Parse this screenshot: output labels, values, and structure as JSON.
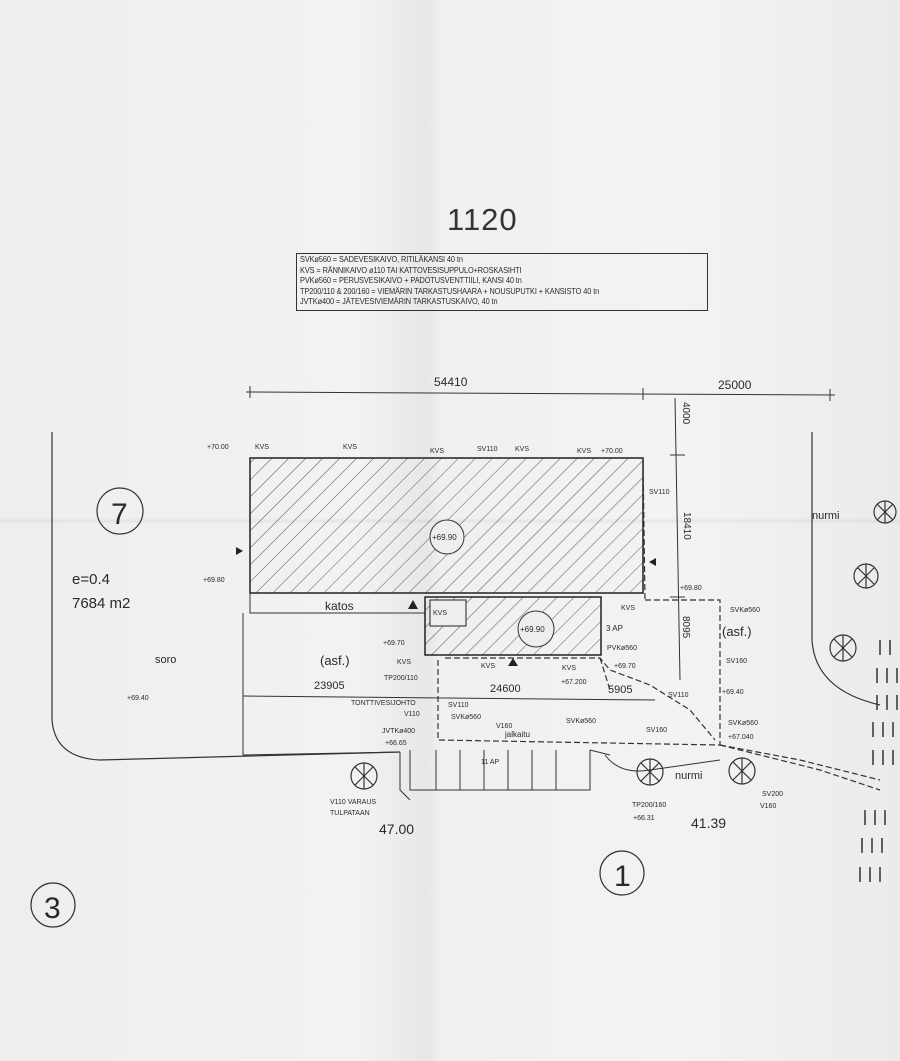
{
  "block_number": "1120",
  "legend": [
    "SVKø560 = SADEVESIKAIVO, RITILÄKANSI 40 tn",
    "KVS = RÄNNIKAIVO ø110 TAI KATTOVESISUPPULO+ROSKASIHTI",
    "PVKø560 = PERUSVESIKAIVO + PADOTUSVENTTIILI, KANSI 40 tn",
    "TP200/110 & 200/160 = VIEMÄRIN TARKASTUSHAARA + NOUSUPUTKI + KANSISTO 40 tn",
    "JVTKø400 = JÄTEVESIVIEMÄRIN TARKASTUSKAIVO, 40 tn"
  ],
  "dimensions": {
    "top_left": "54410",
    "top_right": "25000",
    "vertical_1": "4000",
    "vertical_2": "18410",
    "vertical_3": "8095",
    "bottom_left": "23905",
    "bottom_mid": "24600",
    "bottom_right": "5905"
  },
  "lot_numbers": {
    "lot7": "7",
    "lot1": "1",
    "lot3": "3"
  },
  "lot_info": {
    "efficiency": "e=0.4",
    "area": "7684 m2"
  },
  "area_labels": {
    "soro": "soro",
    "katos": "katos",
    "asf_left": "(asf.)",
    "asf_right": "(asf.)",
    "nurmi_top": "nurmi",
    "nurmi_bottom": "nurmi",
    "ap3": "3 AP",
    "ap11": "11 AP",
    "jalkakaytava": "jalkaitu"
  },
  "elevations": {
    "e7000_left": "+70.00",
    "e7000_right": "+70.00",
    "e6990_a": "+69.90",
    "e6990_b": "+69.90",
    "e6980_left": "+69.80",
    "e6980_right": "+69.80",
    "e6970_a": "+69.70",
    "e6970_b": "+69.70",
    "e6940_left": "+69.40",
    "e6940_right": "+69.40",
    "e67200": "+67.200",
    "e67040": "+67.040",
    "e6665": "+66.65",
    "e6631": "+66.31"
  },
  "structure_labels": {
    "kvs1": "KVS",
    "kvs2": "KVS",
    "kvs3": "KVS",
    "kvs4": "KVS",
    "kvs5": "KVS",
    "sv110_top": "SV110",
    "sv110_right": "SV110",
    "kvs_mid1": "KVS",
    "kvs_mid2": "KVS",
    "kvs_mid3": "KVS",
    "kvs_mid4": "KVS",
    "kvs_right": "KVS",
    "svk560_right": "SVKø560",
    "sv160_right": "SV160",
    "pvk560": "PVKø560",
    "tp200_110": "TP200/110",
    "sv110_low": "SV110",
    "svk560_low": "SVKø560",
    "v160": "V160",
    "svk560_mid": "SVKø560",
    "sv160_mid": "SV160",
    "svk560_bottom": "SVKø560",
    "tonttivesijohto": "TONTTIVESIJOHTO",
    "v110": "V110",
    "jvtk400": "JVTKø400",
    "sv110_c": "SV110",
    "v110_varaus": "V110 VARAUS",
    "tulpataan": "TULPATAAN",
    "tp200_160": "TP200/160",
    "sv200": "SV200",
    "v160_right": "V160"
  },
  "street_values": {
    "left": "47.00",
    "right": "41.39"
  }
}
